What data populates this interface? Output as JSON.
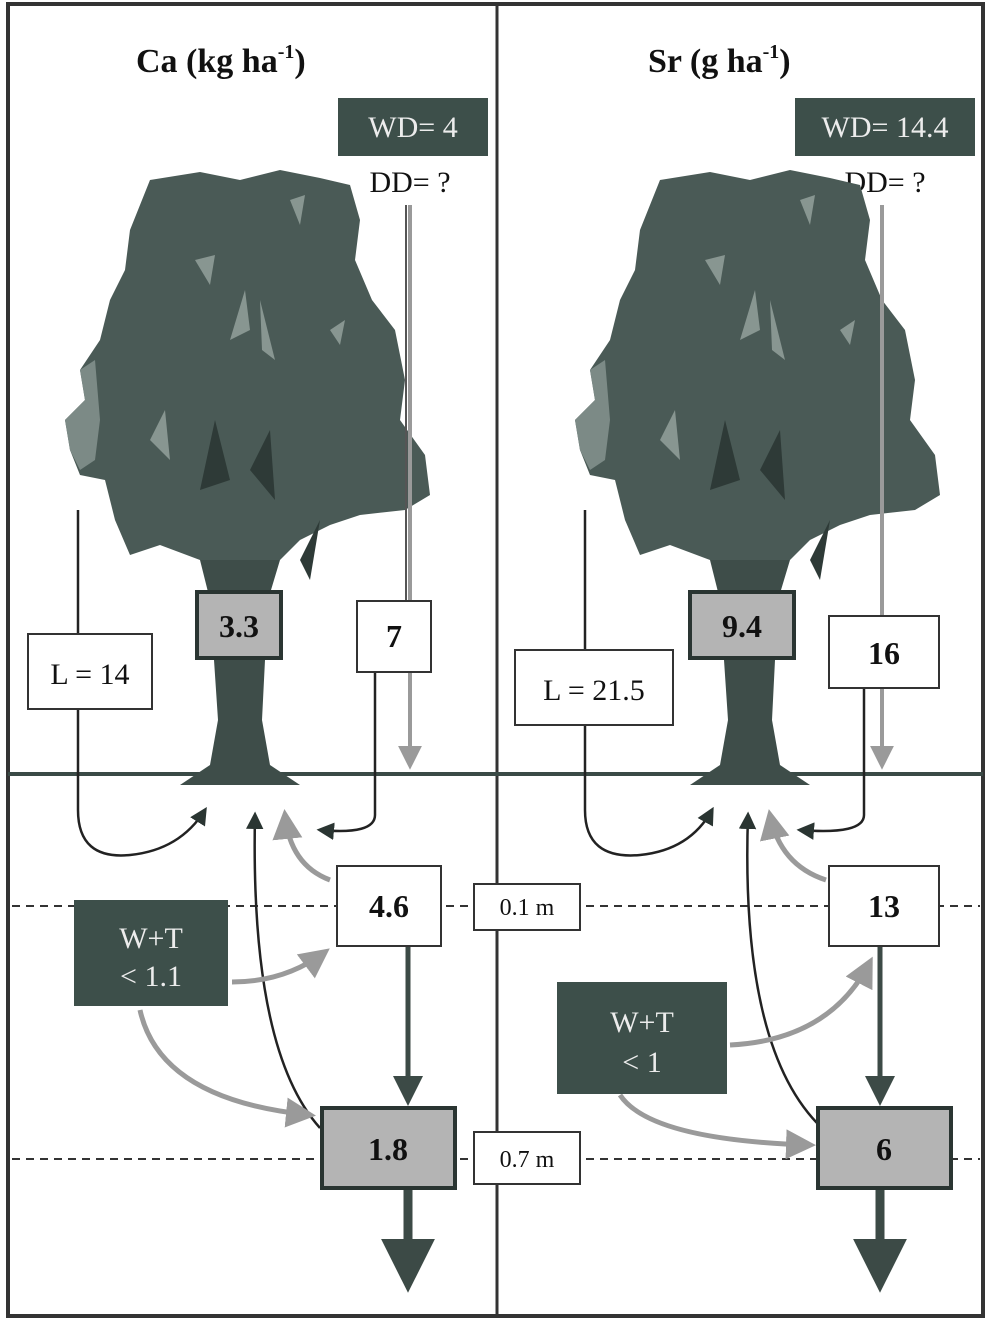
{
  "panels": {
    "ca": {
      "title": "Ca (kg ha",
      "title_sup": "-1",
      "title_close": ")",
      "wd": "WD= 4",
      "dd": "DD= ?",
      "canopy": "3.3",
      "throughfall": "7",
      "litter": "L = 14",
      "topsoil": "4.6",
      "weathering_line1": "W+T",
      "weathering_line2": "< 1.1",
      "subsoil": "1.8"
    },
    "sr": {
      "title": "Sr (g ha",
      "title_sup": "-1",
      "title_close": ")",
      "wd": "WD= 14.4",
      "dd": "DD= ?",
      "canopy": "9.4",
      "throughfall": "16",
      "litter": "L = 21.5",
      "topsoil": "13",
      "weathering_line1": "W+T",
      "weathering_line2": "< 1",
      "subsoil": "6"
    }
  },
  "depths": {
    "shallow": "0.1 m",
    "deep": "0.7 m"
  },
  "colors": {
    "dark_box": "#3d4f4a",
    "tree": "#4a5a56",
    "grey_box": "#b4b4b4",
    "arrow_dark": "#3c4a46",
    "arrow_grey": "#9a9a9a"
  }
}
